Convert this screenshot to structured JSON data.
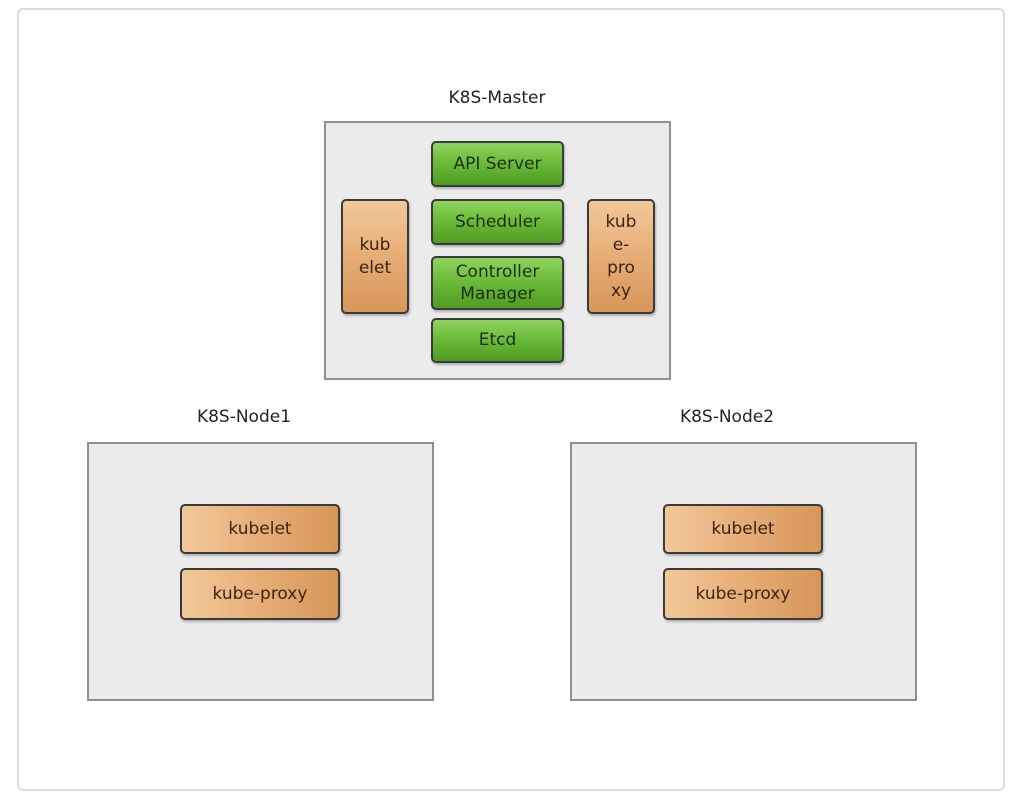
{
  "master": {
    "title": "K8S-Master",
    "api_server": "API Server",
    "scheduler": "Scheduler",
    "controller_manager_line1": "Controller",
    "controller_manager_line2": "Manager",
    "etcd": "Etcd",
    "kubelet_line1": "kub",
    "kubelet_line2": "elet",
    "kube_proxy_line1": "kub",
    "kube_proxy_line2": "e-",
    "kube_proxy_line3": "pro",
    "kube_proxy_line4": "xy"
  },
  "node1": {
    "title": "K8S-Node1",
    "kubelet": "kubelet",
    "kube_proxy": "kube-proxy"
  },
  "node2": {
    "title": "K8S-Node2",
    "kubelet": "kubelet",
    "kube_proxy": "kube-proxy"
  },
  "colors": {
    "control_plane_component": "#6cbc3a",
    "node_component": "#e6ad76",
    "group_background": "#ebebeb",
    "group_border": "#8f8f8f"
  }
}
